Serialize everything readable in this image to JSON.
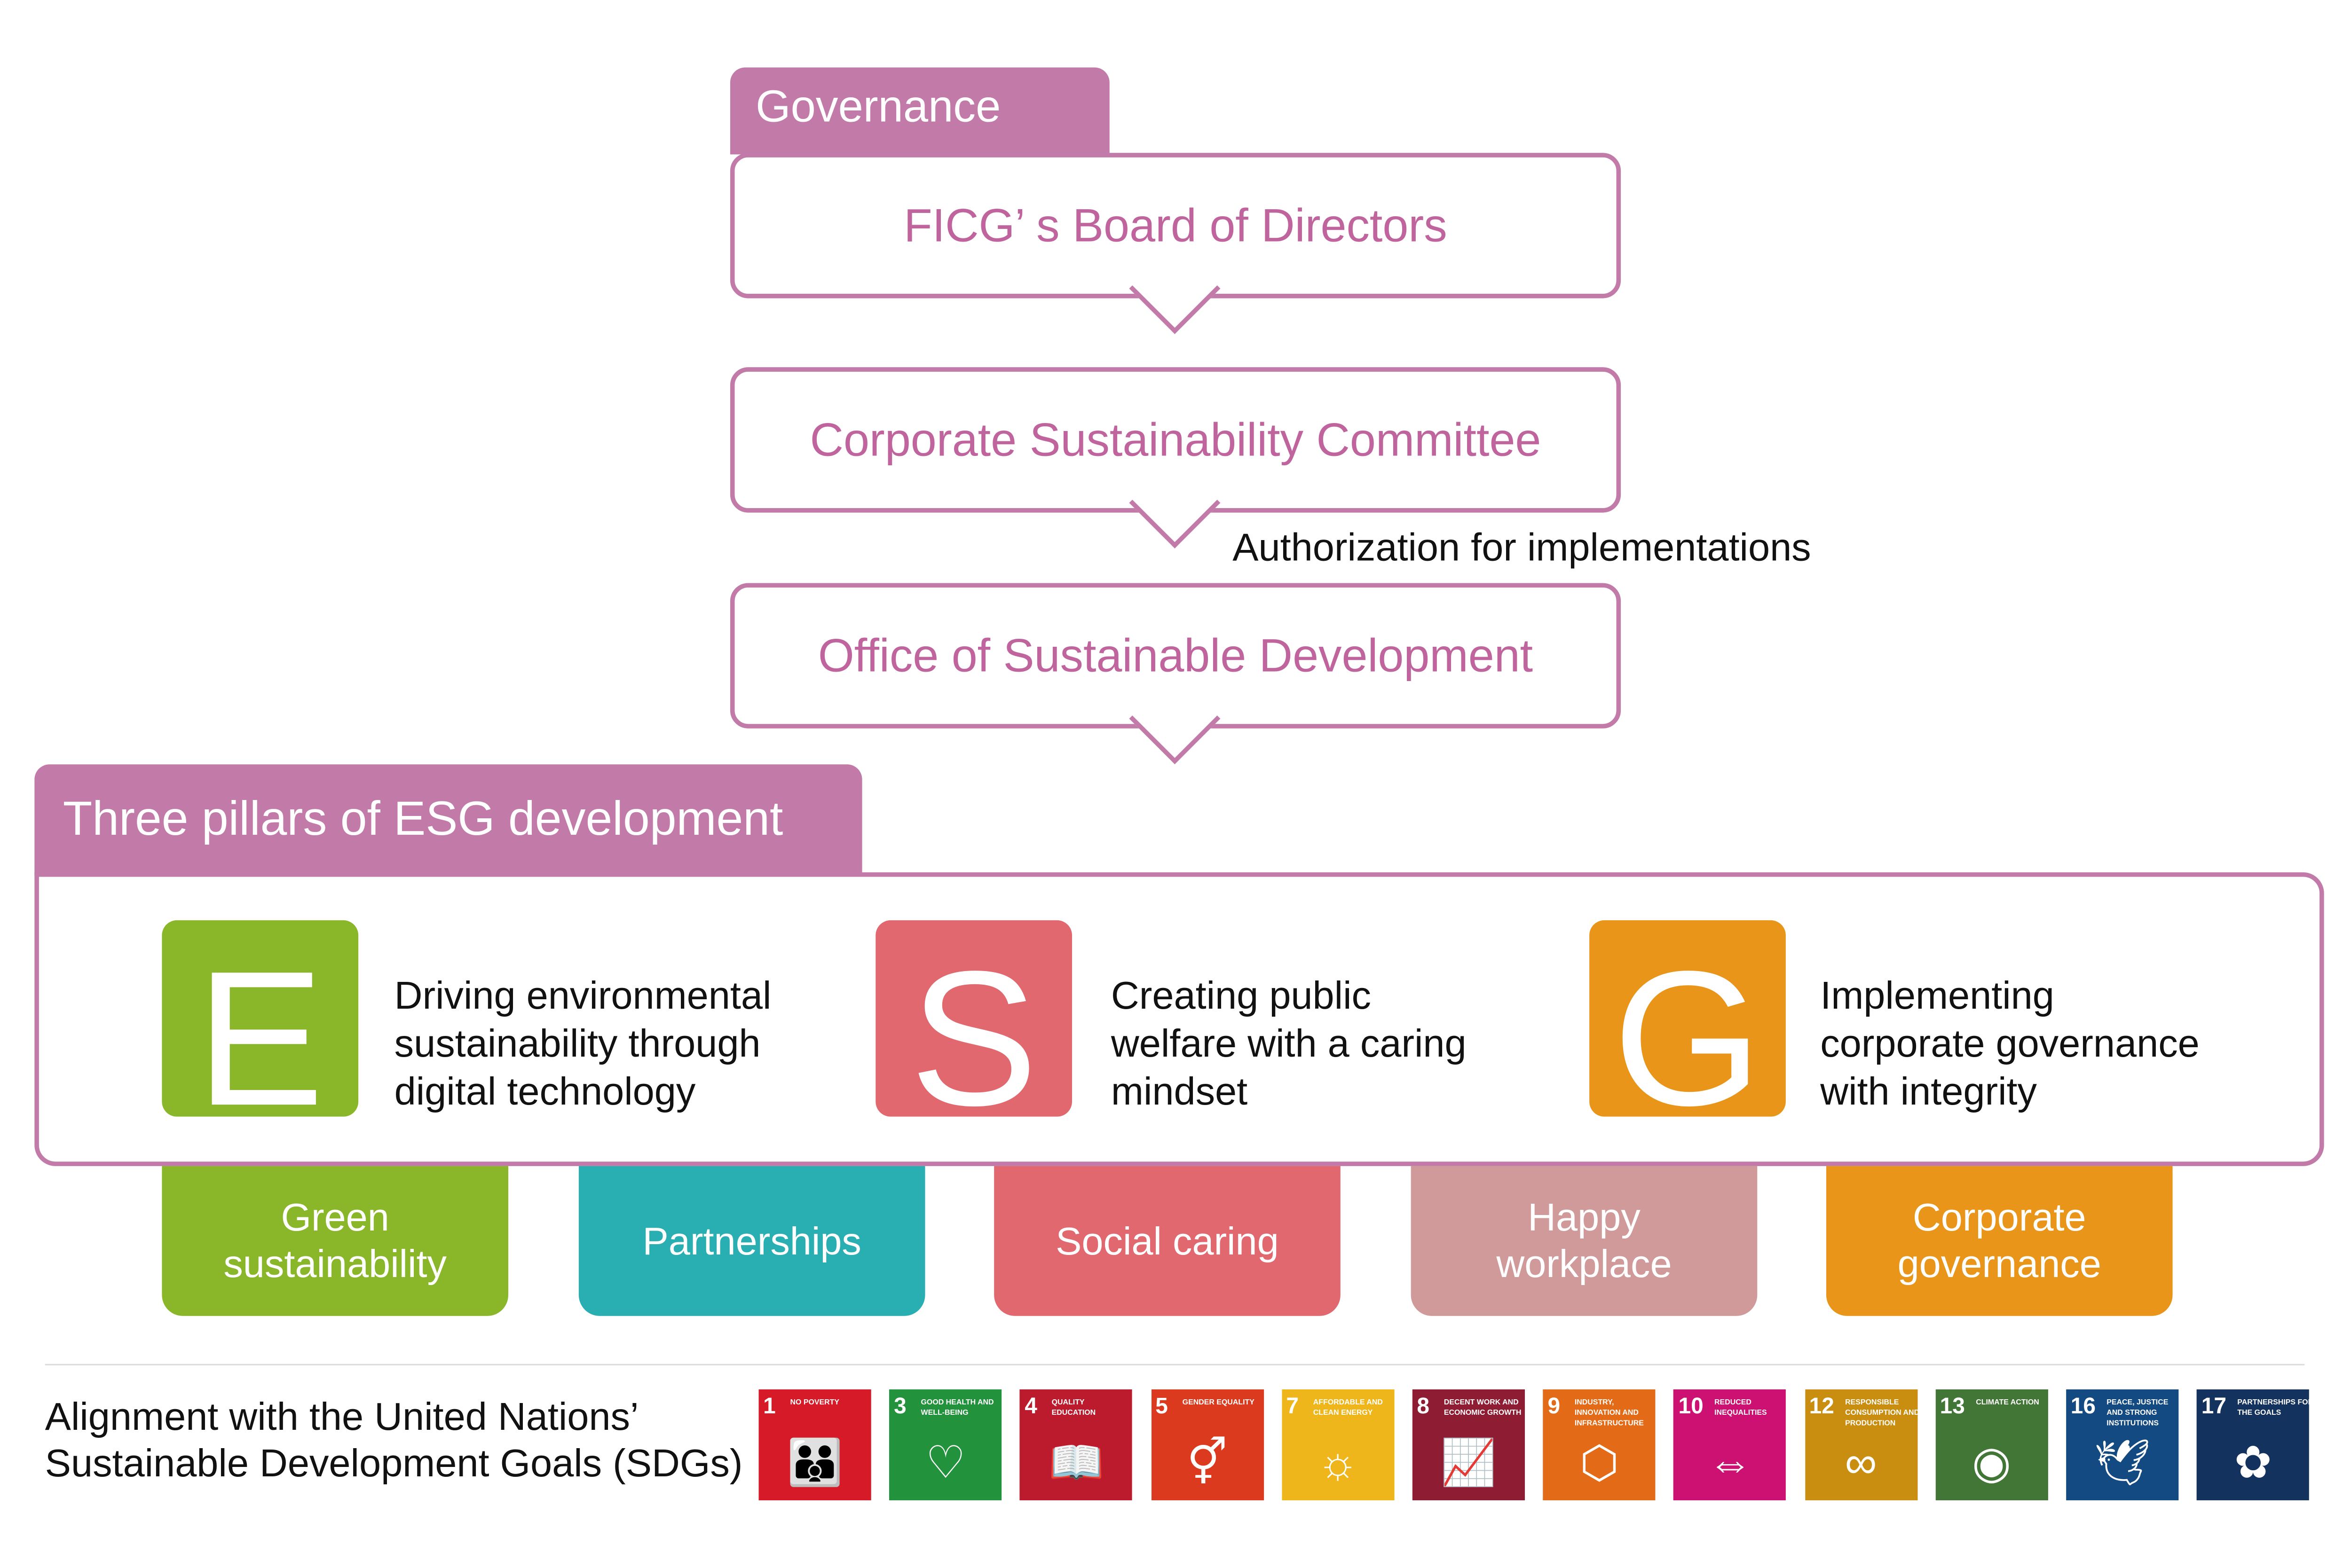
{
  "governance": {
    "tab": "Governance",
    "board": "FICG’ s Board of Directors",
    "committee": "Corporate Sustainability Committee",
    "authorization": "Authorization for implementations",
    "office": "Office of Sustainable Development"
  },
  "pillars": {
    "tab": "Three pillars of ESG development",
    "items": [
      {
        "letter": "E",
        "text": [
          "Driving environmental",
          "sustainability through",
          "digital technology"
        ],
        "color": "#8ab72a"
      },
      {
        "letter": "S",
        "text": [
          "Creating public",
          "welfare with a caring",
          "mindset"
        ],
        "color": "#e0686e"
      },
      {
        "letter": "G",
        "text": [
          "Implementing",
          "corporate governance",
          "with integrity"
        ],
        "color": "#e8951a"
      }
    ]
  },
  "focus": [
    {
      "label": "Green sustainability",
      "color": "#8ab72a"
    },
    {
      "label": "Partnerships",
      "color": "#29aeb1"
    },
    {
      "label": "Social caring",
      "color": "#e0686e"
    },
    {
      "label": "Happy workplace",
      "color": "#d09a9a"
    },
    {
      "label": "Corporate governance",
      "color": "#e8951a"
    }
  ],
  "sdg": {
    "caption": [
      "Alignment with the United Nations’",
      "Sustainable Development Goals (SDGs)"
    ],
    "goals": [
      {
        "num": "1",
        "title": "NO POVERTY",
        "color": "#d61a27",
        "icon": "👪"
      },
      {
        "num": "3",
        "title": "GOOD HEALTH AND WELL-BEING",
        "color": "#22923d",
        "icon": "♡"
      },
      {
        "num": "4",
        "title": "QUALITY EDUCATION",
        "color": "#bb1b2c",
        "icon": "📖"
      },
      {
        "num": "5",
        "title": "GENDER EQUALITY",
        "color": "#dc3a1f",
        "icon": "⚥"
      },
      {
        "num": "7",
        "title": "AFFORDABLE AND CLEAN ENERGY",
        "color": "#efb61b",
        "icon": "☼"
      },
      {
        "num": "8",
        "title": "DECENT WORK AND ECONOMIC GROWTH",
        "color": "#8e1c32",
        "icon": "📈"
      },
      {
        "num": "9",
        "title": "INDUSTRY, INNOVATION AND INFRASTRUCTURE",
        "color": "#e36a16",
        "icon": "⬡"
      },
      {
        "num": "10",
        "title": "REDUCED INEQUALITIES",
        "color": "#cc1173",
        "icon": "⇔"
      },
      {
        "num": "12",
        "title": "RESPONSIBLE CONSUMPTION AND PRODUCTION",
        "color": "#c98e10",
        "icon": "∞"
      },
      {
        "num": "13",
        "title": "CLIMATE ACTION",
        "color": "#417637",
        "icon": "◉"
      },
      {
        "num": "16",
        "title": "PEACE, JUSTICE AND STRONG INSTITUTIONS",
        "color": "#134a81",
        "icon": "🕊"
      },
      {
        "num": "17",
        "title": "PARTNERSHIPS FOR THE GOALS",
        "color": "#13325d",
        "icon": "✿"
      }
    ]
  }
}
